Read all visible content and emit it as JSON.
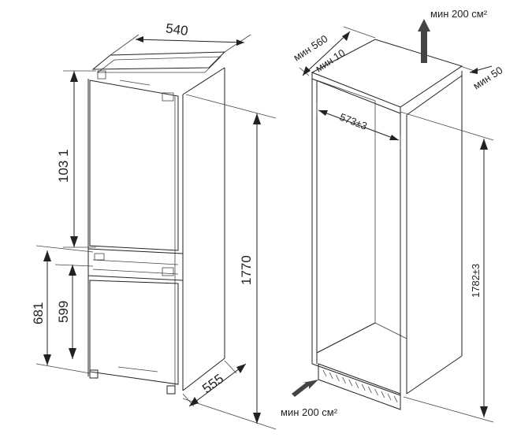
{
  "left_view": {
    "width_label": "540",
    "upper_height_label": "103 1",
    "total_height_label": "1770",
    "lower_outer_height_label": "681",
    "lower_inner_height_label": "599",
    "depth_label": "555"
  },
  "right_view": {
    "vent_top_label": "мин 200 см²",
    "niche_depth_min_label": "мин 560",
    "rear_gap_min_label": "мин 10",
    "side_gap_min_label": "мин 50",
    "niche_width_label": "573±3",
    "niche_height_label": "1782±3",
    "vent_bottom_label": "мин 200 см²"
  },
  "colors": {
    "line": "#222222",
    "arrow_fill": "#444444"
  }
}
